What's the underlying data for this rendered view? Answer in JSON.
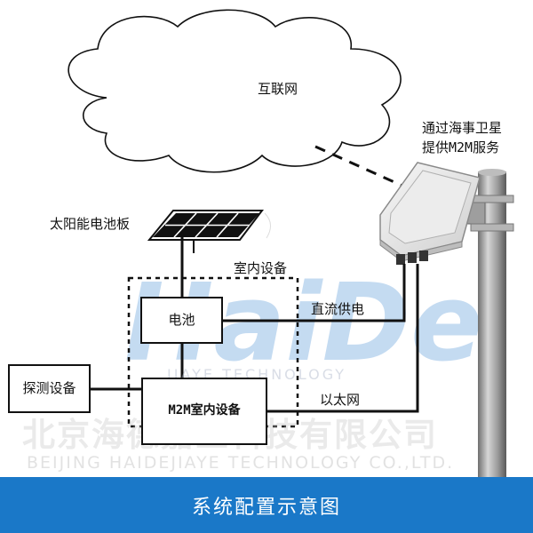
{
  "diagram": {
    "cloud_label": "互联网",
    "satellite_label_line1": "通过海事卫星",
    "satellite_label_line2": "提供M2M服务",
    "solar_panel_label": "太阳能电池板",
    "indoor_group_label": "室内设备",
    "battery_label": "电池",
    "m2m_device_label": "M2M室内设备",
    "detector_label": "探测设备",
    "dc_power_label": "直流供电",
    "ethernet_label": "以太网"
  },
  "watermark": {
    "logo": "HaiDe",
    "sub": "JIAYE TECHNOLOGY",
    "company_cn": "北京海德嘉业科技有限公司",
    "company_en": "BEIJING HAIDEJIAYE TECHNOLOGY CO.,LTD."
  },
  "footer": {
    "title": "系统配置示意图"
  },
  "colors": {
    "footer_bg": "#1a78c8",
    "logo_blue": "#2f7fd0"
  }
}
